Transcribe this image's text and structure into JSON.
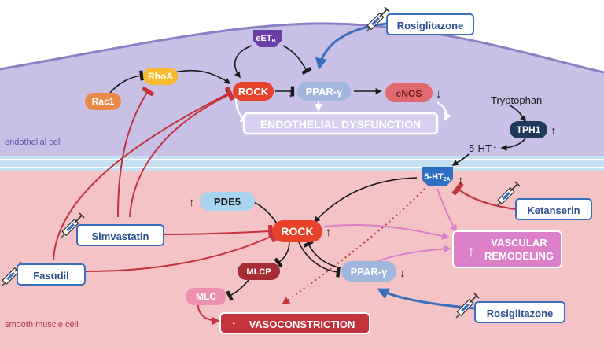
{
  "regions": {
    "endothelial": "endothelial cell",
    "smooth_muscle": "smooth muscle cell"
  },
  "nodes": {
    "eetb": "eET",
    "eetb_sub": "B",
    "rhoa_top": "RhoA",
    "rac1": "Rac1",
    "rock_top": "ROCK",
    "ppar_top": "PPAR-γ",
    "enos": "eNOS",
    "endo_dysfunction": "ENDOTHELIAL DYSFUNCTION",
    "tryptophan": "Tryptophan",
    "tph1": "TPH1",
    "five_ht": "5-HT",
    "receptor": "5-HT",
    "receptor_sub": "2A",
    "pde5": "PDE5",
    "rock_bottom": "ROCK",
    "mlcp": "MLCP",
    "mlc": "MLC",
    "vasoconstriction": "VASOCONSTRICTION",
    "ppar_bottom": "PPAR-γ",
    "vascular_remodeling_1": "VASCULAR",
    "vascular_remodeling_2": "REMODELING"
  },
  "drugs": {
    "rosiglitazone_top": "Rosiglitazone",
    "ketanserin": "Ketanserin",
    "simvastatin": "Simvastatin",
    "fasudil": "Fasudil",
    "rosiglitazone_bottom": "Rosiglitazone"
  },
  "arrows": {
    "up": "↑",
    "down": "↓"
  },
  "colors": {
    "endothelial_bg": "#c9c0e6",
    "smooth_muscle_bg": "#f3c3c6",
    "rock": "#e8432a",
    "rhoa": "#f7b92e",
    "rac1": "#e8894a",
    "ppar": "#9fb6dd",
    "enos": "#e06a6e",
    "tph1": "#1e3b5c",
    "receptor": "#2d6fc0",
    "eetb": "#6a3fa7",
    "pde5": "#a9d4ef",
    "mlcp": "#a52d34",
    "mlc": "#ec8fb0",
    "vasoconstriction": "#c4333c",
    "remodeling": "#dc7fc9",
    "inhibit_red": "#c4333c",
    "drug_blue": "#3a6fbe"
  }
}
